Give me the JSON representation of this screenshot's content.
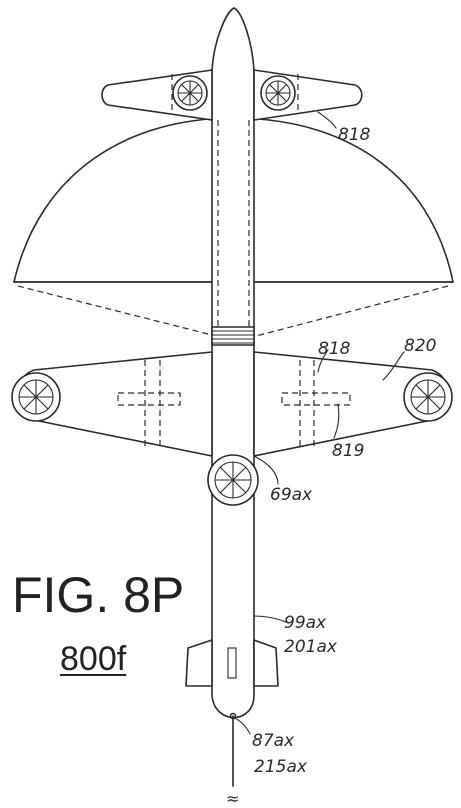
{
  "figure": {
    "title": "FIG. 8P",
    "reference": "800f"
  },
  "labels": {
    "l818_top": "818",
    "l818_mid": "818",
    "l820": "820",
    "l819": "819",
    "l69ax": "69ax",
    "l99ax": "99ax",
    "l201ax": "201ax",
    "l87ax": "87ax",
    "l215ax": "215ax",
    "break_mark": "≈"
  }
}
